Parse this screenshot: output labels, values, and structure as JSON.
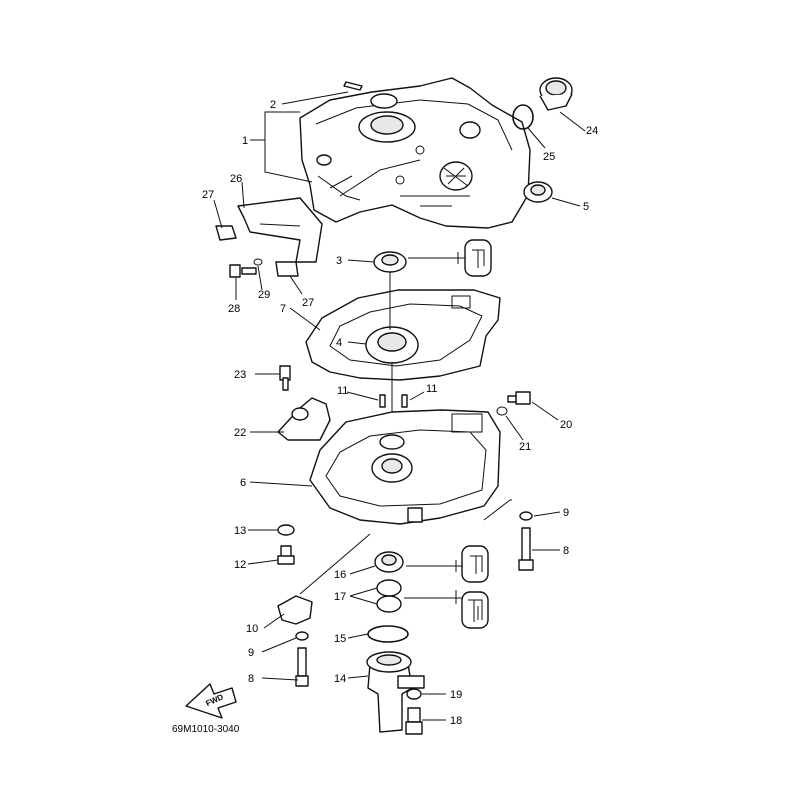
{
  "drawing_code": "69M1010-3040",
  "fwd_label": "FWD",
  "callouts": [
    "1",
    "2",
    "3",
    "4",
    "5",
    "6",
    "7",
    "8",
    "8",
    "9",
    "9",
    "10",
    "11",
    "11",
    "12",
    "13",
    "14",
    "15",
    "16",
    "17",
    "18",
    "19",
    "20",
    "21",
    "22",
    "23",
    "24",
    "25",
    "26",
    "27",
    "27",
    "28",
    "29"
  ]
}
